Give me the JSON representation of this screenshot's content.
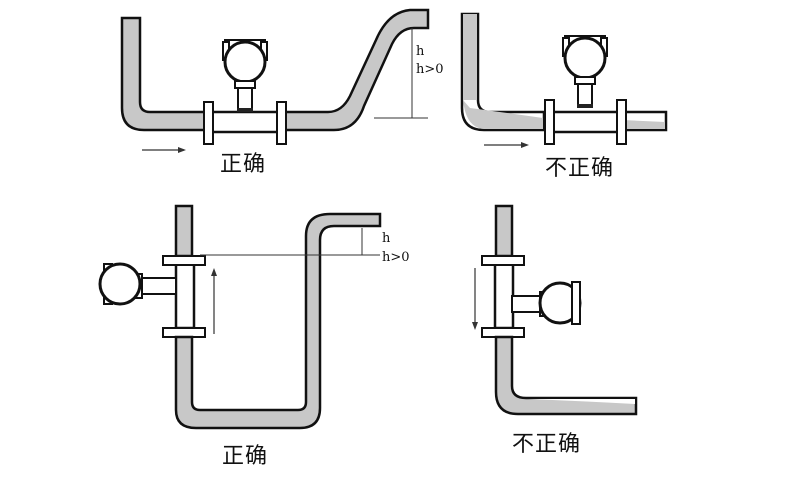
{
  "figure": {
    "title": "Turbine flowmeter installation: correct vs incorrect",
    "colors": {
      "pipe_fill": "#c8c8c8",
      "outline": "#111111",
      "background": "#ffffff"
    },
    "panels": [
      {
        "id": "top-left",
        "label": "正确",
        "verdict": "correct",
        "orientation": "horizontal",
        "flow_direction": "right",
        "height_annotation": [
          "h",
          "h>0"
        ]
      },
      {
        "id": "top-right",
        "label": "不正确",
        "verdict": "incorrect",
        "orientation": "horizontal",
        "flow_direction": "right"
      },
      {
        "id": "bottom-left",
        "label": "正确",
        "verdict": "correct",
        "orientation": "vertical",
        "flow_direction": "up",
        "height_annotation": [
          "h",
          "h>0"
        ]
      },
      {
        "id": "bottom-right",
        "label": "不正确",
        "verdict": "incorrect",
        "orientation": "vertical",
        "flow_direction": "down"
      }
    ]
  }
}
